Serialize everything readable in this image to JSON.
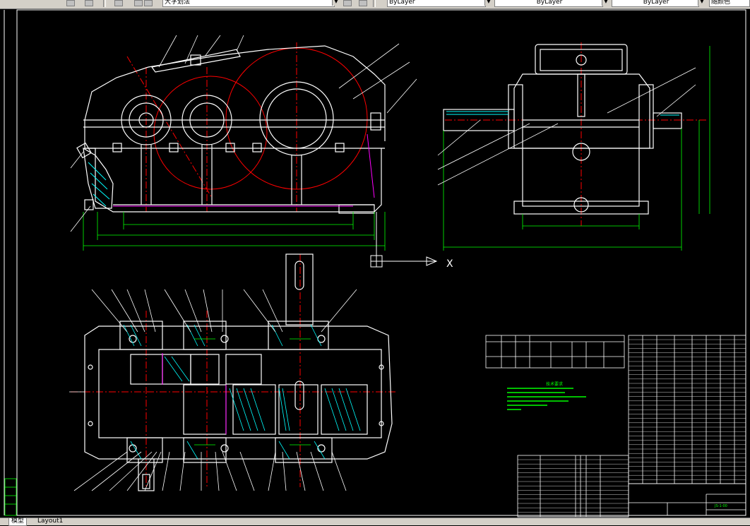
{
  "toolbar": {
    "text_style": "大字划法",
    "color_layer": "ByLayer",
    "linetype": "ByLayer",
    "lineweight": "ByLayer",
    "plot_style": "随颜色"
  },
  "tabs": [
    {
      "label": "模型",
      "active": true
    },
    {
      "label": "Layout1",
      "active": false
    }
  ],
  "drawing": {
    "ucs_x_label": "X",
    "tech_title": "技术要求",
    "drawing_number": "JS-1-00"
  },
  "colors": {
    "background": "#000000",
    "outline": "#ffffff",
    "centerline": "#ff0000",
    "dimension": "#00ff00",
    "hatch": "#00ffff",
    "accent": "#ff00ff",
    "toolbar": "#d4d0c8"
  }
}
